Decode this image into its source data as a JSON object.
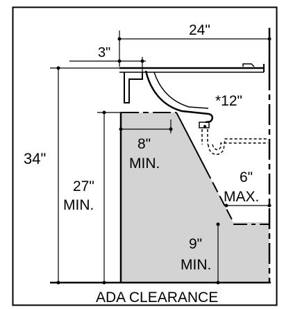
{
  "dimensions": {
    "top_width": "24\"",
    "setback": "3\"",
    "total_height": "34\"",
    "knee_height_value": "27\"",
    "knee_height_qualifier": "MIN.",
    "knee_depth_value": "8\"",
    "knee_depth_qualifier": "MIN.",
    "toe_depth_value": "6\"",
    "toe_depth_qualifier": "MAX.",
    "toe_height_value": "9\"",
    "toe_height_qualifier": "MIN.",
    "bowl_depth": "*12\""
  },
  "caption": "ADA CLEARANCE",
  "colors": {
    "clearance_fill": "#d3d3d3",
    "line": "#000000",
    "background": "#ffffff"
  }
}
